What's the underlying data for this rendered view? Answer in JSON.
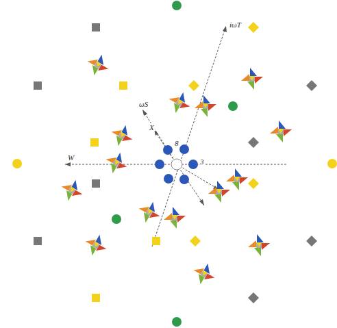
{
  "diagram": {
    "labels": [
      "iωT",
      "ωS",
      "X",
      "W",
      "3",
      "8"
    ]
  }
}
